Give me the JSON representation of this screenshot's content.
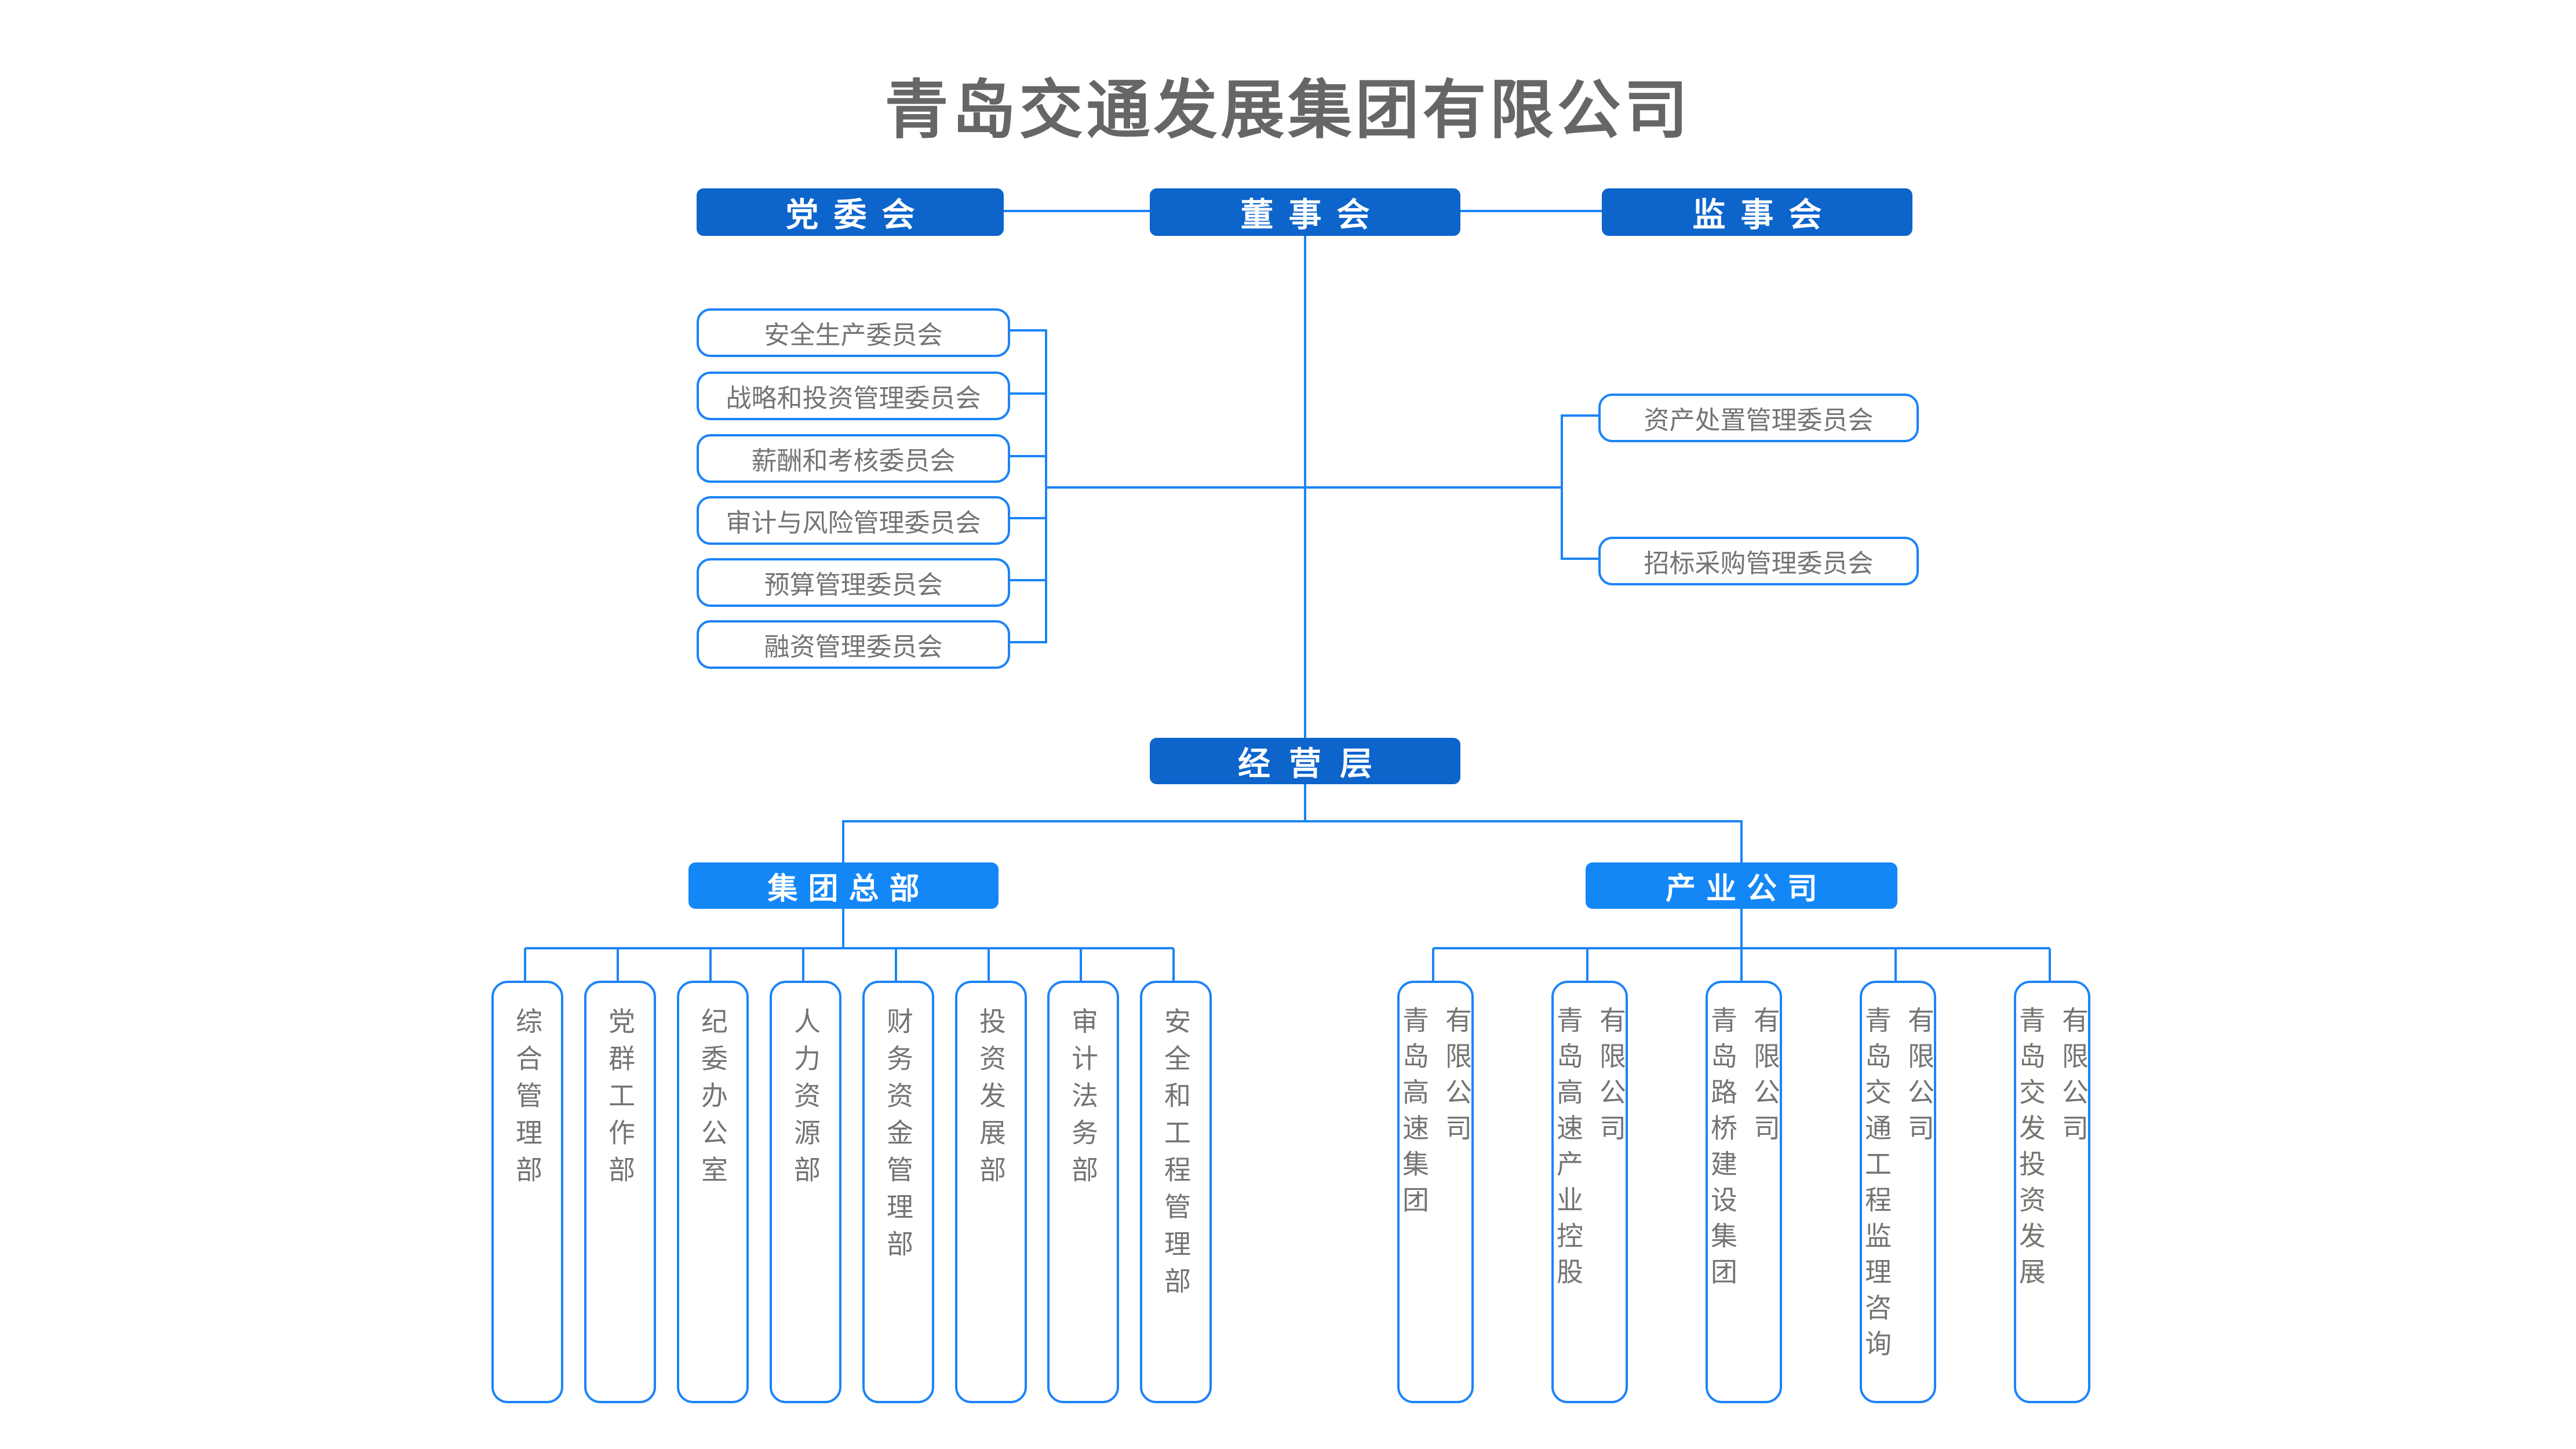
{
  "title": "青岛交通发展集团有限公司",
  "top": {
    "party": "党委会",
    "board": "董事会",
    "supervisory": "监事会"
  },
  "board_committees_left": [
    "安全生产委员会",
    "战略和投资管理委员会",
    "薪酬和考核委员会",
    "审计与风险管理委员会",
    "预算管理委员会",
    "融资管理委员会"
  ],
  "board_committees_right": [
    "资产处置管理委员会",
    "招标采购管理委员会"
  ],
  "management": {
    "label": "经营层"
  },
  "hq": {
    "label": "集团总部",
    "departments": [
      "综合管理部",
      "党群工作部",
      "纪委办公室",
      "人力资源部",
      "财务资金管理部",
      "投资发展部",
      "审计法务部",
      "安全和工程管理部"
    ]
  },
  "industry": {
    "label": "产业公司",
    "companies": [
      {
        "name": "青岛高速集团",
        "suffix": "有限公司"
      },
      {
        "name": "青岛高速产业控股",
        "suffix": "有限公司"
      },
      {
        "name": "青岛路桥建设集团",
        "suffix": "有限公司"
      },
      {
        "name": "青岛交通工程监理咨询",
        "suffix": "有限公司"
      },
      {
        "name": "青岛交发投资发展",
        "suffix": "有限公司"
      }
    ]
  },
  "colors": {
    "dark_blue": "#0d64cb",
    "light_blue": "#1487f6",
    "line_blue": "#1b84f7",
    "text_gray": "#747474",
    "title_gray": "#666666"
  }
}
